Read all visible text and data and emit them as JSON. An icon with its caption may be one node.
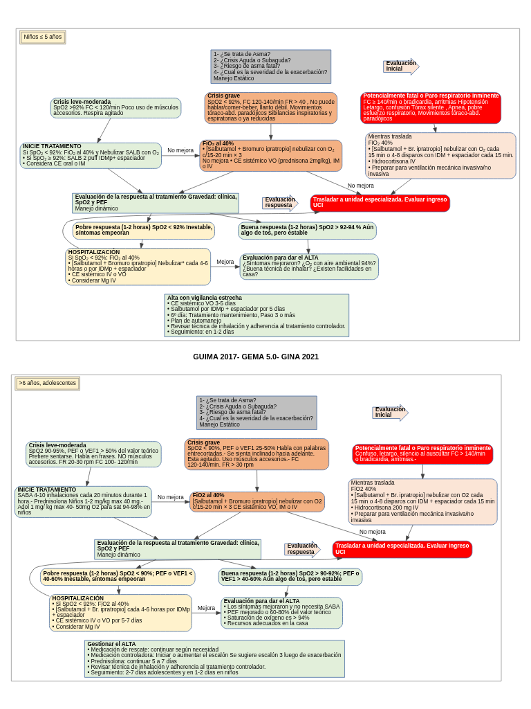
{
  "diagram": {
    "nodes": [
      {
        "text": [
          "Niños ≤ 5 años"
        ]
      },
      {
        "text": [
          "1- ¿Se trata de Asma?",
          "2- ¿Crisis Aguda o Subaguda?",
          "3- ¿Riesgo de asma fatal?",
          "4- ¿Cual es la severidad de la exacerbación?",
          "Manejo Estático"
        ],
        "in": 0
      },
      {
        "text": [
          "Evaluación Inicial"
        ],
        "in": 0
      },
      {
        "text": [
          "Crisis leve-moderada",
          "SpO2 >92% FC < 120/min Poco uso de músculos accesorios. Respira agitado"
        ],
        "in": 0
      },
      {
        "text": [
          "Crisis grave",
          "SpO2 < 92%, FC 120-140/min FR > 40 . No puede hablar/comer-beber, llanto débil. Movimientos tóraco-abd. paradójicos Sibilancias inspiratorias y espiratorias o ya reducidas"
        ],
        "in": 0
      },
      {
        "text": [
          "Potencialmente fatal o Paro respiratorio inminente",
          "FC ≥ 140/min o bradicardia, arritmias Hipotensión Letargo, confusión Tórax silente , Apnea, pobre esfuerzo respiratorio, Movimientos tóraco-abd. paradójicos"
        ],
        "in": 0
      },
      {
        "text": [
          "INICIE TRATAMIENTO",
          "Si SpO₂ < 92%: FiO₂ al 40% y Nebulizar SALB con O₂",
          "• Si SpO₂ ≥ 92%: SALB 2 puff IDMp+ espaciador",
          "• Considera CE oral o IM"
        ],
        "in": 0
      },
      {
        "text": [
          "FiO₂ al 40%",
          "• [Salbutamol + Bromuro ipratropio] nebulizar con O₂ c/15-20 min × 3",
          "No mejora • CE sistémico VO (prednisona 2mg/kg), IM o IV"
        ],
        "in": 0
      },
      {
        "text": [
          "Mientras traslada",
          "FiO₂ 40%",
          "• [Salbutamol + Br. ipratropio] nebulizar con O₂ cada 15 min o 4-8 disparos con IDM + espaciador cada 15 min.",
          "• Hidrocortisona IV",
          "• Preparar para ventilación mecánica invasiva/no invasiva"
        ],
        "in": 0
      },
      {
        "text": [
          "Trasladar a unidad especializada. Evaluar ingreso UCI"
        ],
        "in": 0
      },
      {
        "text": [
          "Evaluación de la respuesta al tratamiento Gravedad: clínica, SpO2 y PEF",
          "Manejo dinámico"
        ],
        "in": 0
      },
      {
        "text": [
          "Evaluación respuesta"
        ],
        "in": 0
      },
      {
        "text": [
          "Buena respuesta (1-2 horas) SpO2 > 92-94 % Aún algo de tos, pero estable"
        ],
        "in": 0
      },
      {
        "text": [
          "Pobre respuesta (1-2 horas) SpO2 < 92% Inestable, síntomas empeoran"
        ],
        "in": 0
      },
      {
        "text": [
          "Evaluación para dar el ALTA",
          "¿Síntomas mejoraron? ¿O₂ con aire ambiental 94%? ¿Buena técnica de inhalar? ¿Existen facilidades en casa?"
        ],
        "in": 0
      },
      {
        "text": [
          "HOSPITALIZACIÓN",
          "Si SpO₂ < 92%: FiO₂ al 40%",
          "• [Salbutamol + Bromuro ipratropio] Nebulizar* cada 4-6 horas o por IDMp + espaciador",
          "• CE sistémico IV o VO",
          "• Considerar Mg IV"
        ],
        "in": 0
      },
      {
        "text": [
          "Alta con vigilancia estrecha",
          "• CE sistémico VO 3-5 días",
          "• Salbutamol por IDMp + espaciador por 5 días",
          "• 6º día: Tratamiento mantenimiento, Paso 3 o más",
          "• Plan de automanejo",
          "• Revisar técnica de inhalación y adherencia al tratamiento controlador.",
          "• Seguimiento: en 1-2 días"
        ],
        "in": 0
      },
      {
        "text": [
          ">6 años, adolescentes"
        ]
      },
      {
        "text": [
          "1- ¿Se trata de Asma?",
          "2- ¿Crisis Aguda o Subaguda?",
          "3- ¿Riesgo de asma fatal?",
          "4- ¿Cual es la severidad de la exacerbación?",
          "Manejo Estático"
        ],
        "in": 17
      },
      {
        "text": [
          "Evaluación Inicial"
        ],
        "in": 17
      },
      {
        "text": [
          "Crisis leve-moderada",
          "SpO2 90-95%, PEF o VEF1 > 50% del valor teórico Prefiere sentarse. Habla en frases. NO músculos accesorios. FR 20-30 rpm FC 100- 120/min"
        ],
        "in": 17
      },
      {
        "text": [
          "Crisis grave",
          "SpO2 < 90%, PEF o VEF1 25-50% Habla con palabras entrecortadas.- Se sienta inclinado hacia adelante. Esta agitado. Uso músculos accesorios.- FC 120-140/min. FR > 30 rpm"
        ],
        "in": 17
      },
      {
        "text": [
          "Potencialmente fatal o Paro respiratorio inminente",
          "Confuso, letargo, silencio al auscultar FC > 140/min o bradicardia, arritmias.-"
        ],
        "in": 17
      },
      {
        "text": [
          "INICIE TRATAMIENTO",
          "SABA 4-10 inhalaciones cada 20 minutos durante 1 hora.- Prednisolona Niños 1-2 mg/kg max 40 mg.- Adol 1 mg/ kg max 40- 50mg O2 para sat 94-98% en niños"
        ],
        "in": 17
      },
      {
        "text": [
          "FiO2 al 40%",
          "[Salbutamol + Bromuro ipratropio] nebulizar con O2 c/15-20 min × 3 CE sistémico VO, IM o IV"
        ],
        "in": 17
      },
      {
        "text": [
          "Mientras traslada",
          "FiO2 40%",
          "• [Salbutamol + Br. ipratropio] nebulizar con O2 cada 15 min o 4-8 disparos con IDM + espaciador cada 15 min",
          "• Hidrocortisona 200 mg IV",
          "• Preparar para ventilación mecánica invasiva/no invasiva"
        ],
        "in": 17
      },
      {
        "text": [
          "Trasladar a unidad especializada. Evaluar ingreso UCI"
        ],
        "in": 17
      },
      {
        "text": [
          "Evaluación de la respuesta al tratamiento Gravedad: clínica, SpO2 y PEF",
          "Manejo dinámico"
        ],
        "in": 17
      },
      {
        "text": [
          "Evaluación respuesta"
        ],
        "in": 17
      },
      {
        "text": [
          "Buena respuesta (1-2 horas) SpO2 > 90-92%; PEF o VEF1 > 40-60% Aún algo de tos, pero estable"
        ],
        "in": 17
      },
      {
        "text": [
          "Pobre respuesta (1-2 horas) SpO2 < 90%; PEF o VEF1 < 40-60% Inestable, síntomas empeoran"
        ],
        "in": 17
      },
      {
        "text": [
          "Evaluación para dar el ALTA",
          "• Los síntomas mejoraron y no necesita SABA",
          "• PEF mejorado o 60-80% del valor teórico",
          "• Saturación de oxígeno es > 94%",
          "• Recursos adecuados en la casa"
        ],
        "in": 17
      },
      {
        "text": [
          "HOSPITALIZACIÓN",
          "• Si SpO2 < 92%: FiO2 al 40%",
          "• [Salbutamol + Br. ipratropio] cada 4-6 horas por IDMp + espaciador",
          "• CE sistémico IV o VO por 5-7 días",
          "• Considerar Mg IV"
        ],
        "in": 17
      },
      {
        "text": [
          "Gestionar el ALTA",
          "• Medicación de rescate: continuar según necesidad",
          "• Medicación controladora: Iniciar o aumentar el escalón Se sugiere escalón 3 luego de exacerbación",
          "• Prednisolona: continuar 5 a 7 días",
          "• Revisar técnica de inhalación y adherencia al tratamiento controlador.",
          "• Seguimiento: 2-7 días adolescentes y en 1-2 días en niños"
        ],
        "in": 17
      }
    ],
    "edges": [
      {
        "from": 3,
        "to": 6,
        "arrow": "to"
      },
      {
        "from": 4,
        "to": 7,
        "arrow": "to"
      },
      {
        "from": 5,
        "to": 8,
        "arrow": "to"
      },
      {
        "from": 8,
        "to": 9,
        "arrow": "to"
      },
      {
        "from": 6,
        "to": 7,
        "arrow": "to",
        "label": "No mejora"
      },
      {
        "from": 6,
        "to": 10,
        "arrow": "to"
      },
      {
        "from": 7,
        "to": 10,
        "arrow": "to"
      },
      {
        "from": 7,
        "to": 9,
        "arrow": "to",
        "label": "No mejora"
      },
      {
        "from": 10,
        "to": 12,
        "arrow": "to"
      },
      {
        "from": 10,
        "to": 13,
        "arrow": "to"
      },
      {
        "from": 12,
        "to": 14,
        "arrow": "to"
      },
      {
        "from": 13,
        "to": 15,
        "arrow": "to"
      },
      {
        "from": 15,
        "to": 14,
        "arrow": "to",
        "label": "Mejora"
      },
      {
        "from": 15,
        "to": 9,
        "arrow": "to"
      },
      {
        "from": 20,
        "to": 23,
        "arrow": "to"
      },
      {
        "from": 21,
        "to": 24,
        "arrow": "to"
      },
      {
        "from": 22,
        "to": 25,
        "arrow": "to"
      },
      {
        "from": 25,
        "to": 26,
        "arrow": "to"
      },
      {
        "from": 23,
        "to": 24,
        "arrow": "to",
        "label": "No mejora"
      },
      {
        "from": 23,
        "to": 27,
        "arrow": "to"
      },
      {
        "from": 24,
        "to": 27,
        "arrow": "to"
      },
      {
        "from": 24,
        "to": 26,
        "arrow": "to",
        "label": "No mejora"
      },
      {
        "from": 27,
        "to": 29,
        "arrow": "to"
      },
      {
        "from": 27,
        "to": 30,
        "arrow": "to"
      },
      {
        "from": 29,
        "to": 31,
        "arrow": "to"
      },
      {
        "from": 30,
        "to": 32,
        "arrow": "to"
      },
      {
        "from": 32,
        "to": 31,
        "arrow": "to",
        "label": "Mejora"
      },
      {
        "from": 32,
        "to": 26,
        "arrow": "to"
      }
    ],
    "labels": [
      "GUIMA 2017- GEMA 5.0- GINA 2021"
    ]
  }
}
